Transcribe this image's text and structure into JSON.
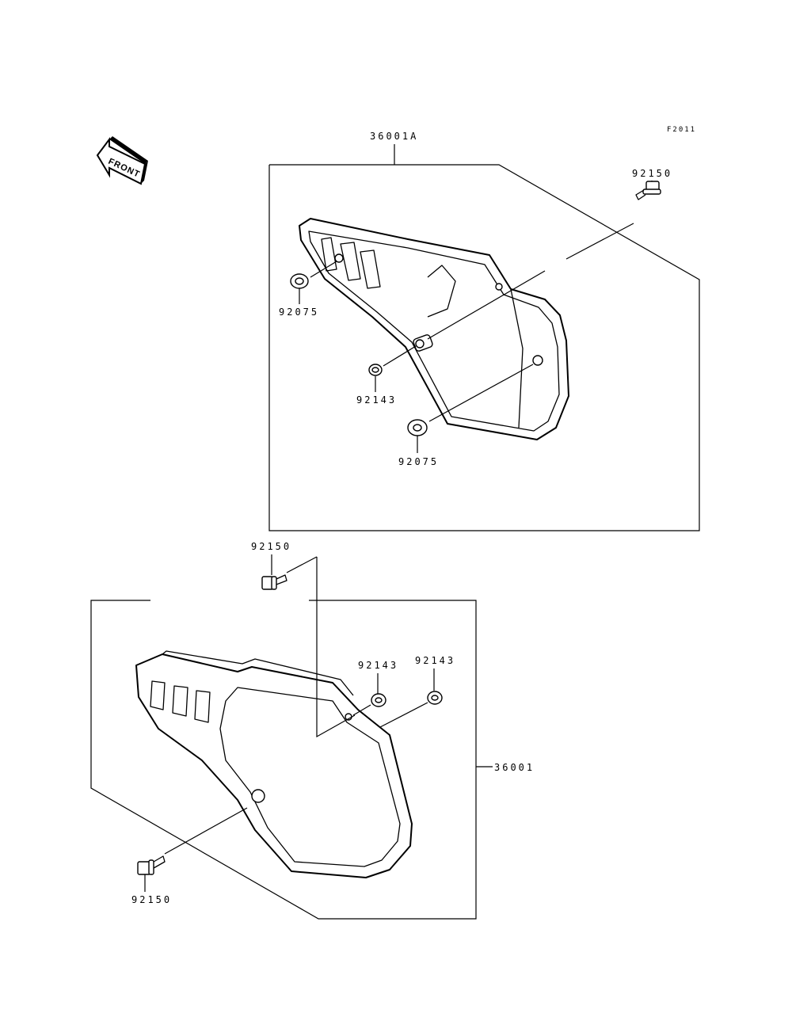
{
  "diagram_code": "F2011",
  "front_label": "FRONT",
  "labels": {
    "upper_assembly": "36001A",
    "upper_bolt": "92150",
    "upper_grommet_left": "92075",
    "upper_collar": "92143",
    "upper_grommet_bottom": "92075",
    "lower_bolt_top": "92150",
    "lower_collar_a": "92143",
    "lower_collar_b": "92143",
    "lower_assembly": "36001",
    "lower_bolt_bottom": "92150"
  }
}
